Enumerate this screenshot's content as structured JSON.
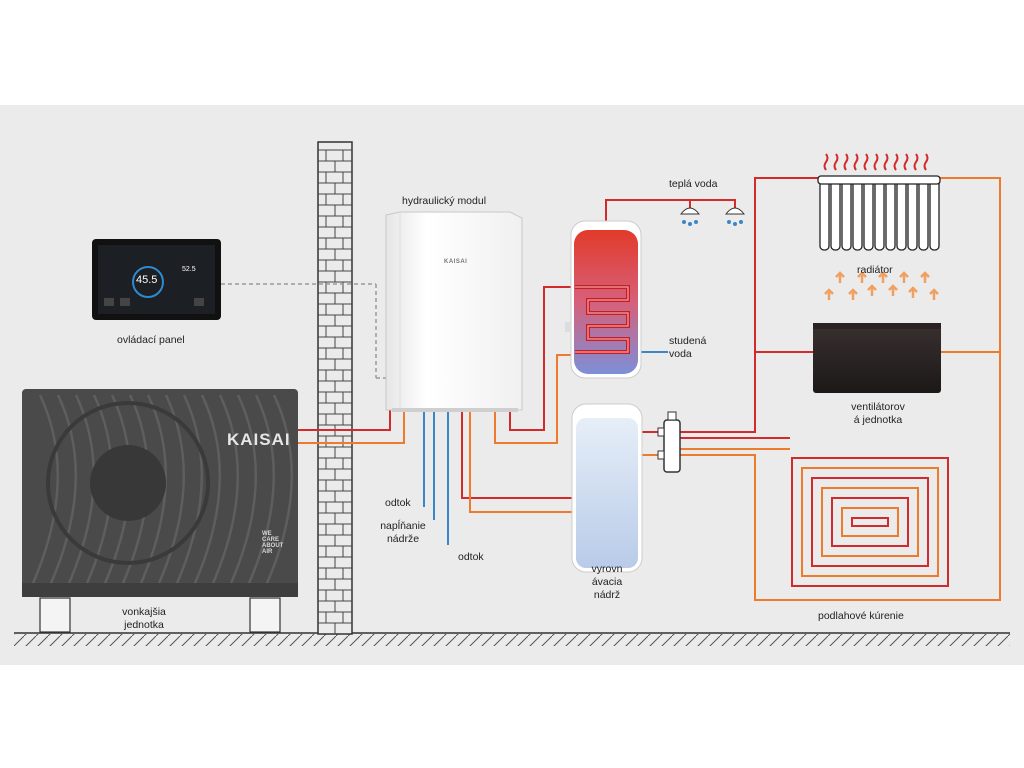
{
  "colors": {
    "background": "#ebebeb",
    "hot_pipe": "#d32b2b",
    "return_pipe": "#ee7a2e",
    "cold_pipe": "#3b86c8",
    "arrow_heat": "#f0a060",
    "wall_line": "#333333",
    "unit_body": "#4a4a4a"
  },
  "labels": {
    "control_panel": "ovládací panel",
    "outdoor_unit": [
      "vonkajšia",
      "jednotka"
    ],
    "hydraulic_module": "hydraulický modul",
    "hot_water": "teplá voda",
    "cold_water": [
      "studená",
      "voda"
    ],
    "drain_1": "odtok",
    "tank_filling": [
      "napĺňanie",
      "nádrže"
    ],
    "drain_2": "odtok",
    "buffer_tank": [
      "vyrovn",
      "ávacia",
      "nádrž"
    ],
    "radiator": "radiátor",
    "fan_coil": [
      "ventilátorov",
      "á jednotka"
    ],
    "floor_heating": "podlahové kúrenie"
  },
  "branding": {
    "outdoor_logo": "KAISAI",
    "module_logo": "KAISAI",
    "outdoor_tagline": [
      "WE",
      "CARE",
      "ABOUT",
      "AIR"
    ]
  },
  "control_panel_screen": {
    "main_temp": "45.5",
    "side_temp": "52.5"
  },
  "icons": [
    "shower-head-icon",
    "heat-wave-icon",
    "up-arrow-icon",
    "fan-icon"
  ]
}
